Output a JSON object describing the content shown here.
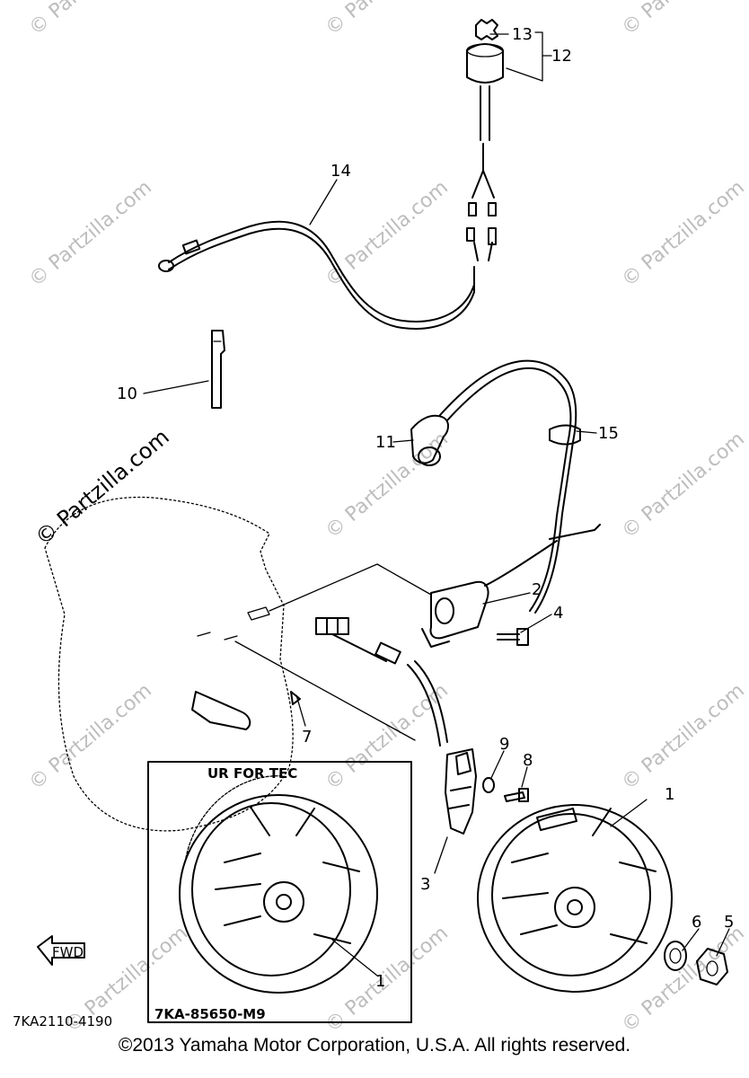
{
  "watermark": "© Partzilla.com",
  "callouts": {
    "c1a": "1",
    "c1b": "1",
    "c2": "2",
    "c3": "3",
    "c4": "4",
    "c5": "5",
    "c6": "6",
    "c7": "7",
    "c8": "8",
    "c9": "9",
    "c10": "10",
    "c11": "11",
    "c12": "12",
    "c13": "13",
    "c14": "14",
    "c15": "15"
  },
  "inset_box": {
    "title": "UR FOR TEC",
    "part_number": "7KA-85650-M9"
  },
  "fwd_label": "FWD",
  "diagram_ref": "7KA2110-4190",
  "copyright": "©2013  Yamaha Motor Corporation, U.S.A. All rights reserved."
}
